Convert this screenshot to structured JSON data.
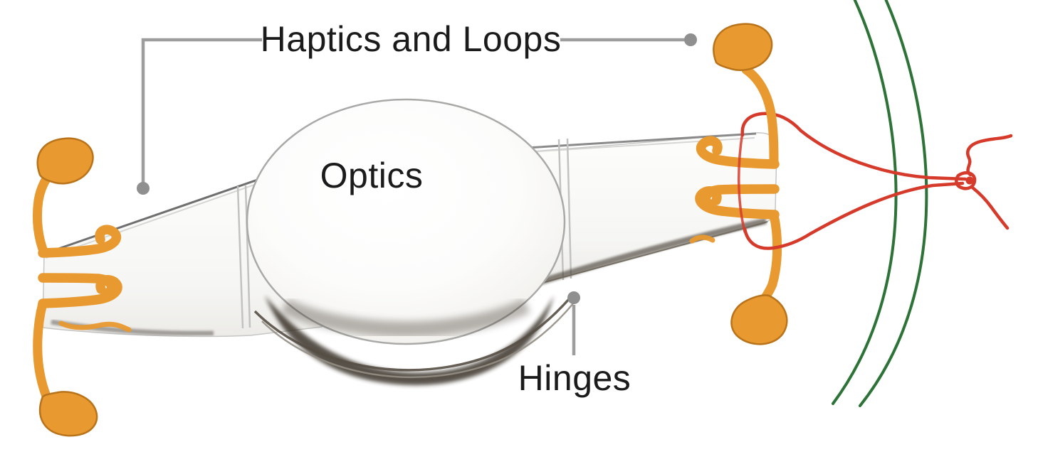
{
  "figure": {
    "labels": {
      "haptics_and_loops": "Haptics and Loops",
      "optics": "Optics",
      "hinges": "Hinges"
    }
  },
  "colors": {
    "haptic_orange": "#E8992F",
    "haptic_orange_dark": "#B9731A",
    "suture_red": "#D63A2B",
    "capsule_green": "#2D7337",
    "leader_line_gray": "#9D9D9D",
    "leader_dot_gray": "#8F8F8F",
    "label_text": "#1B1B1B"
  }
}
